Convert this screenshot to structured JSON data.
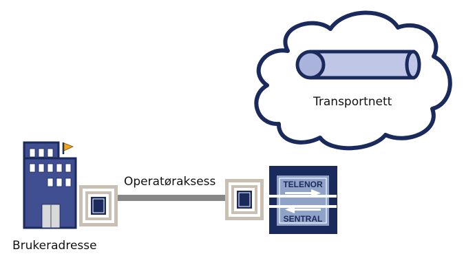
{
  "labels": {
    "transport_network": "Transportnett",
    "operator_access": "Operatøraksess",
    "user_address": "Brukeradresse"
  },
  "central": {
    "line1": "TELENOR",
    "line2": "SENTRAL"
  },
  "colors": {
    "navy": "#1b2a5c",
    "building_blue": "#3f4f92",
    "pipe_fill": "#bfc6e6",
    "cloud_outline": "#1b2a5c",
    "cable": "#878787",
    "flag": "#f2a51a",
    "central_panel": "#8fa3c8"
  }
}
